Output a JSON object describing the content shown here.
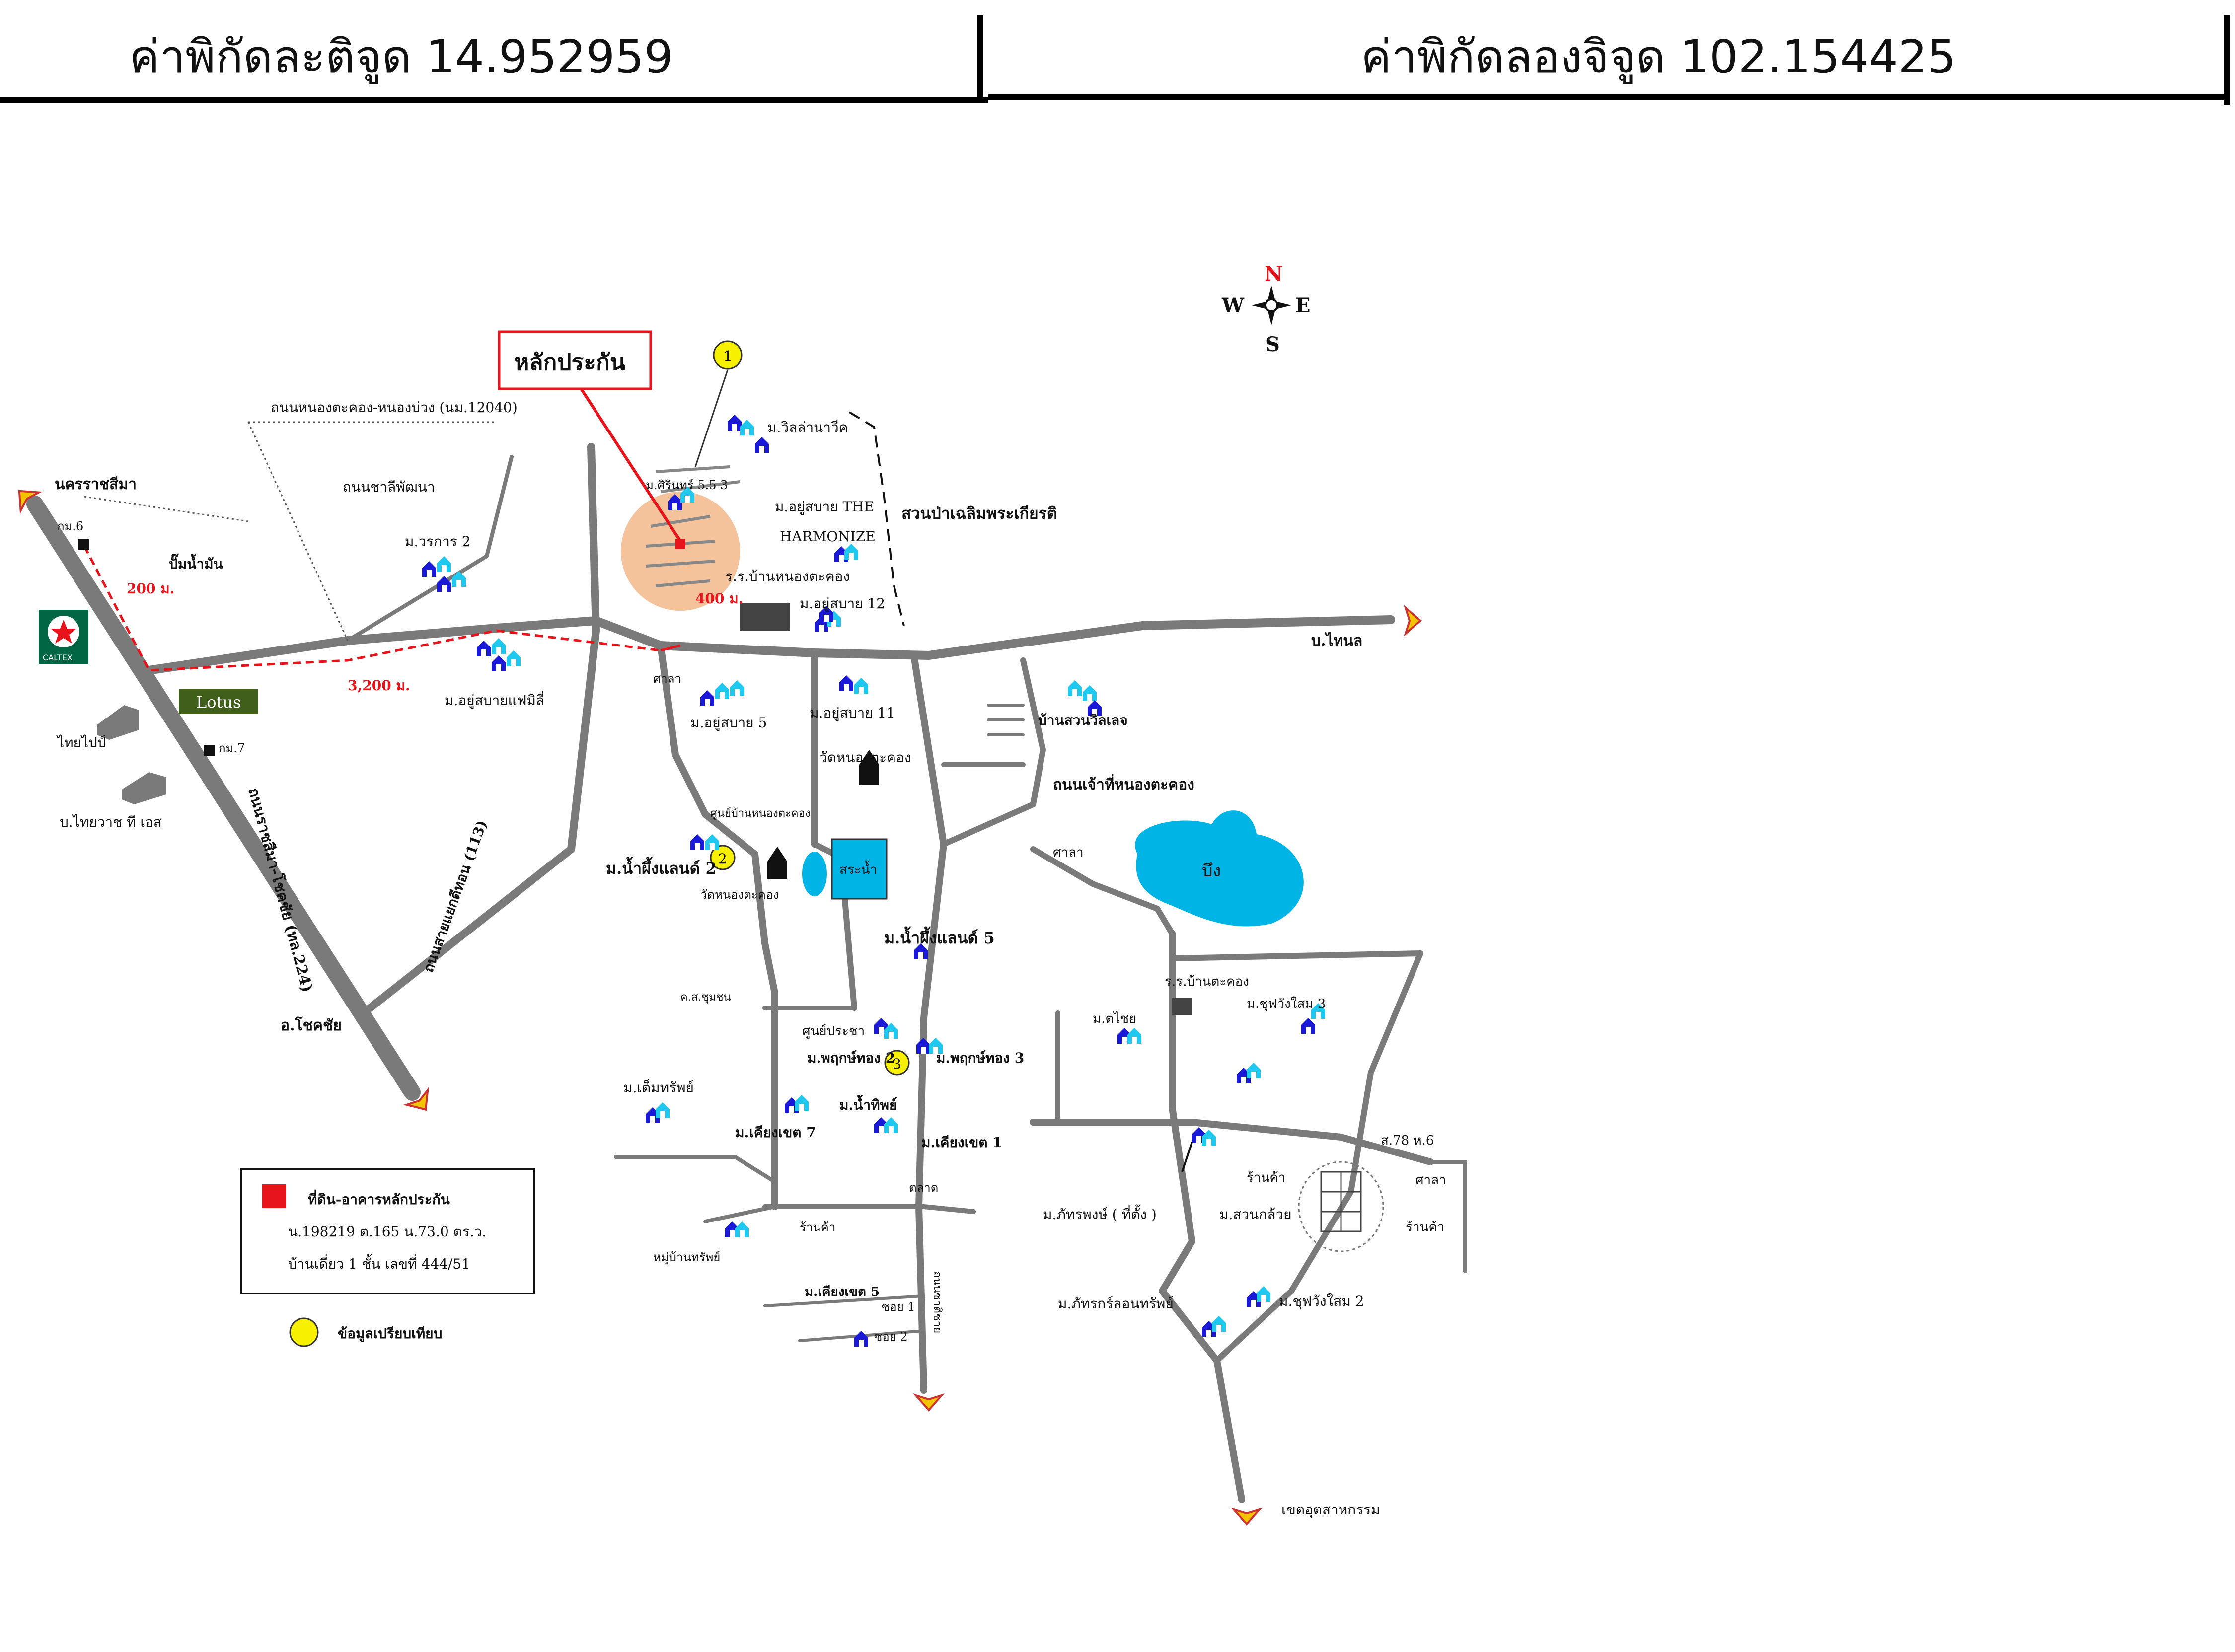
{
  "header": {
    "latitude_label": "ค่าพิกัดละติจูด 14.952959",
    "longitude_label": "ค่าพิกัดลองจิจูด 102.154425"
  },
  "compass": {
    "n": "N",
    "s": "S",
    "e": "E",
    "w": "W"
  },
  "collateral_callout": "หลักประกัน",
  "labels": {
    "road_nongkra": "ถนนหนองตะคอง-หนองบ่วง (นม.12040)",
    "road_side": "ถนนชาลีพัฒนา",
    "nakhon": "นครราชสีมา",
    "km6": "กม.6",
    "pump": "ปั๊มน้ำมัน",
    "dist200": "200 ม.",
    "dist400": "400 ม.",
    "dist3200": "3,200 ม.",
    "village_warakarn": "ม.วรการ 2",
    "village_family": "ม.อยู่สบายแฟมิลี่",
    "km7": "กม.7",
    "thaipipe": "ไทยไปป์",
    "thaiwach": "บ.ไทยวาช ที เอส",
    "highway224": "ถนนราชสีมา-โชคชัย (ทล.224)",
    "road113": "ถนนสายแยกดีทอน (113)",
    "chokchai": "อ.โชคชัย",
    "lotus": "Lotus",
    "caltex": "CALTEX",
    "village_wat": "ม.วิลล่านาวีค",
    "village_sirin": "ม.ศิรินทร์ 5.5 3",
    "village_harmonize_1": "ม.อยู่สบาย THE",
    "village_harmonize_2": "HARMONIZE",
    "garden": "สวนป่าเฉลิมพระเกียรติ",
    "school": "ร.ร.บ้านหนองตะคอง",
    "village_12": "ม.อยู่สบาย 12",
    "bangkok_road": "บ.ไทนล",
    "sala1": "ศาลา",
    "village_5": "ม.อยู่สบาย 5",
    "village_11": "ม.อยู่สบาย 11",
    "village_wille": "บ้านสวนวิลเลจ",
    "temple": "วัดหนองตะคอง",
    "road_temple": "ถนนเจ้าที่หนองตะคอง",
    "health": "ศูนย์บ้านหนองตะคอง",
    "village_namphueng2": "ม.น้ำผึ้งแลนด์ 2",
    "temple2": "วัดหนองตะคอง",
    "pond_label": "สระน้ำ",
    "sala2": "ศาลา",
    "lake": "บึง",
    "village_namphueng5": "ม.น้ำผึ้งแลนด์ 5",
    "school2": "ร.ร.บ้านตะคอง",
    "community": "ค.ส.ชุมชน",
    "village_tai": "ม.ตไชย",
    "village_cheewin3": "ม.ชุฟวังใสม 3",
    "center": "ศูนย์ประชา",
    "village_pruksa": "ม.พฤกษ์ทอง 2",
    "village_pruksa3": "ม.พฤกษ์ทอง 3",
    "village_termsap": "ม.เต็มทรัพย์",
    "village_namsap": "ม.น้ำทิพย์",
    "village_krut7": "ม.เคียงเขต 7",
    "village_krut1": "ม.เคียงเขต 1",
    "market": "ตลาด",
    "village_market": "ร้านค้า",
    "nonkhong": "หมู่บ้านทรัพย์",
    "village_krut5": "ม.เคียงเขต 5",
    "soi1": "ซอย 1",
    "soi2": "ซอย 2",
    "road_chat": "ถนนชาติชาย",
    "village_phatt": "ม.ภัทรพงษ์ ( ที่ตั้ง )",
    "village_suan": "ม.สวนกล้วย",
    "village_phat2": "ม.ภัทรกร์ลอนทรัพย์",
    "village_cheewin2": "ม.ชุฟวังใสม 2",
    "shop1": "ร้านค้า",
    "shop2": "ร้านค้า",
    "sala3": "ศาลา",
    "village_78": "ส.78 ห.6",
    "industrial": "เขตอุตสาหกรรม"
  },
  "legend": {
    "item1_title": "ที่ดิน-อาคารหลักประกัน",
    "item1_line2": "น.198219 ต.165 น.73.0 ตร.ว.",
    "item1_line3": "บ้านเดี่ยว 1 ชั้น เลขที่ 444/51",
    "item2": "ข้อมูลเปรียบเทียบ"
  },
  "markers": {
    "m1": "1",
    "m2": "2",
    "m3": "3"
  },
  "colors": {
    "road": "#7a7a7a",
    "highlight": "#f2b98a",
    "water": "#00b4e6",
    "red": "#e8141c",
    "yellow": "#f7f000",
    "house_blue": "#1a1ad6",
    "house_cyan": "#1ec8ee"
  }
}
